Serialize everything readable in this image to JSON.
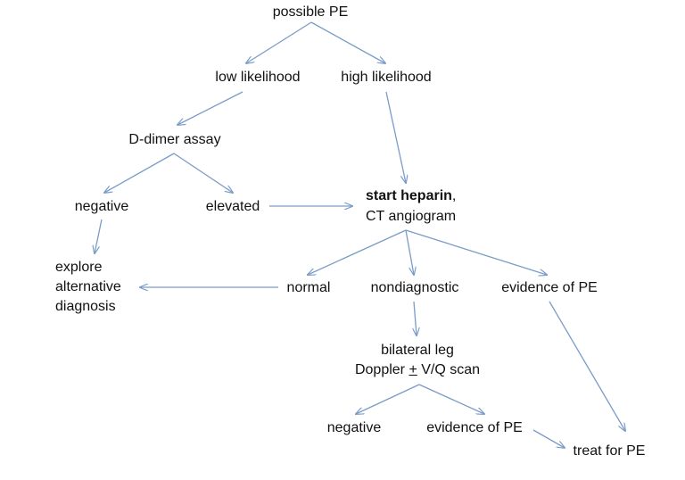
{
  "colors": {
    "arrow": "#7b9cc8",
    "text": "#111111",
    "background": "#ffffff"
  },
  "nodes": {
    "possible_pe": "possible PE",
    "low_likelihood": "low likelihood",
    "high_likelihood": "high likelihood",
    "d_dimer": "D-dimer assay",
    "negative_1": "negative",
    "elevated": "elevated",
    "start_heparin": "start heparin",
    "start_heparin_comma": ",",
    "ct_angiogram": "CT angiogram",
    "explore_line1": "explore",
    "explore_line2": "alternative",
    "explore_line3": "diagnosis",
    "normal": "normal",
    "nondiagnostic": "nondiagnostic",
    "evidence_pe_1": "evidence of PE",
    "bilateral_line1": "bilateral leg",
    "bilateral_doppler": "Doppler ",
    "bilateral_pm": "+",
    "bilateral_vq": " V/Q scan",
    "negative_2": "negative",
    "evidence_pe_2": "evidence of PE",
    "treat_pe": "treat for PE"
  },
  "edges": [
    {
      "from": "possible PE",
      "to": "low likelihood"
    },
    {
      "from": "possible PE",
      "to": "high likelihood"
    },
    {
      "from": "low likelihood",
      "to": "D-dimer assay"
    },
    {
      "from": "high likelihood",
      "to": "start heparin, CT angiogram"
    },
    {
      "from": "D-dimer assay",
      "to": "negative"
    },
    {
      "from": "D-dimer assay",
      "to": "elevated"
    },
    {
      "from": "elevated",
      "to": "start heparin, CT angiogram"
    },
    {
      "from": "negative",
      "to": "explore alternative diagnosis"
    },
    {
      "from": "start heparin, CT angiogram",
      "to": "normal"
    },
    {
      "from": "start heparin, CT angiogram",
      "to": "nondiagnostic"
    },
    {
      "from": "start heparin, CT angiogram",
      "to": "evidence of PE"
    },
    {
      "from": "normal",
      "to": "explore alternative diagnosis"
    },
    {
      "from": "nondiagnostic",
      "to": "bilateral leg Doppler + V/Q scan"
    },
    {
      "from": "evidence of PE",
      "to": "treat for PE"
    },
    {
      "from": "bilateral leg Doppler + V/Q scan",
      "to": "negative"
    },
    {
      "from": "bilateral leg Doppler + V/Q scan",
      "to": "evidence of PE"
    },
    {
      "from": "evidence of PE",
      "to": "treat for PE"
    }
  ]
}
